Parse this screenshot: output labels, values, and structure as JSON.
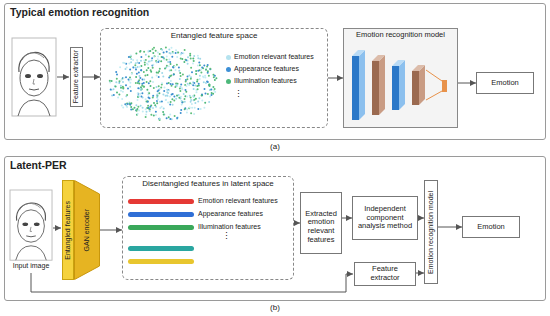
{
  "diagram": {
    "nodes": [
      {
        "text": [
          "Typical emotion recognition"
        ]
      },
      {
        "text": [
          "Feature extractor"
        ],
        "in": 0
      },
      {
        "text": [
          "Entangled feature space"
        ],
        "in": 0
      },
      {
        "text": [
          "Emotion recognition model"
        ],
        "in": 0
      },
      {
        "text": [
          "Emotion"
        ],
        "in": 0
      },
      {
        "text": [
          "Latent-PER"
        ]
      },
      {
        "text": [
          "Entangled features"
        ],
        "in": 5
      },
      {
        "text": [
          "GAN encoder"
        ],
        "in": 5
      },
      {
        "text": [
          "Disentangled features in latent space"
        ],
        "in": 5
      },
      {
        "text": [
          "Extracted emotion relevant features"
        ],
        "in": 5
      },
      {
        "text": [
          "Independent component analysis method"
        ],
        "in": 5
      },
      {
        "text": [
          "Emotion recognition model"
        ],
        "in": 5
      },
      {
        "text": [
          "Emotion"
        ],
        "in": 5
      },
      {
        "text": [
          "Feature extractor"
        ],
        "in": 5
      }
    ],
    "edges": [
      {
        "from": 1,
        "to": 2,
        "arrow": "to"
      },
      {
        "from": 2,
        "to": 3,
        "arrow": "to"
      },
      {
        "from": 3,
        "to": 4,
        "arrow": "to"
      },
      {
        "from": 7,
        "to": 8,
        "arrow": "to"
      },
      {
        "from": 8,
        "to": 9,
        "arrow": "to"
      },
      {
        "from": 9,
        "to": 10,
        "arrow": "to"
      },
      {
        "from": 10,
        "to": 11,
        "arrow": "to"
      },
      {
        "from": 11,
        "to": 12,
        "arrow": "to"
      },
      {
        "from": 13,
        "to": 11,
        "arrow": "to"
      }
    ],
    "labels": [
      "⋮",
      "(a)",
      "Input image",
      "⋮",
      "(b)"
    ],
    "legend": [
      {
        "text": "Emotion relevant features",
        "color": "#b5e3ef"
      },
      {
        "text": "Appearance features",
        "color": "#3d8fd6"
      },
      {
        "text": "Illumination features",
        "color": "#4db87a"
      },
      {
        "text": "Emotion relevant features",
        "color": "#e53935"
      },
      {
        "text": "Appearance features",
        "color": "#2f6fd6"
      },
      {
        "text": "Illumination features",
        "color": "#3aa85a"
      }
    ]
  }
}
